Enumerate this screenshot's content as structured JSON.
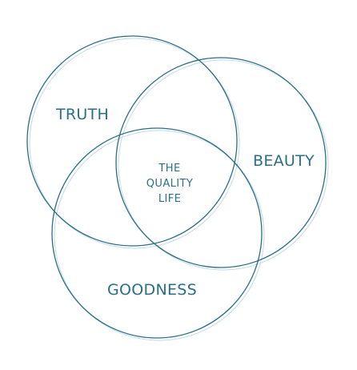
{
  "diagram": {
    "circles": [
      {
        "name": "truth",
        "label": "TRUTH"
      },
      {
        "name": "beauty",
        "label": "BEAUTY"
      },
      {
        "name": "goodness",
        "label": "GOODNESS"
      }
    ],
    "center": {
      "line1": "THE",
      "line2": "QUALITY",
      "line3": "LIFE"
    },
    "colors": {
      "stroke": "#2a6f87",
      "shadow": "#c3dae5",
      "text": "#2a6f87"
    }
  }
}
